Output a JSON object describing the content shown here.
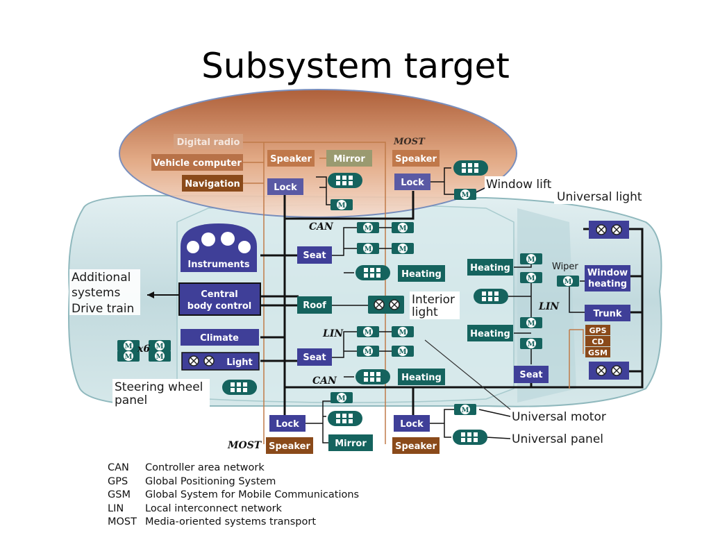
{
  "title": "Subsystem target",
  "colors": {
    "blue_box": "#3f3f98",
    "teal_box": "#15635e",
    "brown_box": "#8a4a1a",
    "bus_line": "#111111",
    "most_line": "#a0522d",
    "car_body": "#cfe3e6",
    "highlight_top": "#a8532a",
    "highlight_bottom": "#f2d2c0"
  },
  "boxes": {
    "digital_radio": "Digital radio",
    "vehicle_computer": "Vehicle computer",
    "navigation": "Navigation",
    "speaker_top1": "Speaker",
    "mirror_top": "Mirror",
    "speaker_top2": "Speaker",
    "lock_top1": "Lock",
    "lock_top2": "Lock",
    "instruments": "Instruments",
    "central_body_control_1": "Central",
    "central_body_control_2": "body control",
    "climate": "Climate",
    "light": "Light",
    "seat_front": "Seat",
    "roof": "Roof",
    "seat_rear": "Seat",
    "heating_front": "Heating",
    "heating_rear": "Heating",
    "heating_mid1": "Heating",
    "heating_mid2": "Heating",
    "seat_right": "Seat",
    "window_heating_1": "Window",
    "window_heating_2": "heating",
    "trunk": "Trunk",
    "gps": "GPS",
    "cd": "CD",
    "gsm": "GSM",
    "lock_bottom1": "Lock",
    "lock_bottom2": "Lock",
    "speaker_bottom1": "Speaker",
    "speaker_bottom2": "Speaker",
    "mirror_bottom": "Mirror"
  },
  "labels": {
    "most_top": "MOST",
    "most_bottom": "MOST",
    "can_top": "CAN",
    "can_bottom": "CAN",
    "lin_left": "LIN",
    "lin_right": "LIN",
    "window_lift": "Window lift",
    "universal_light": "Universal light",
    "wiper": "Wiper",
    "additional_systems_1": "Additional",
    "additional_systems_2": "systems",
    "drive_train": "Drive train",
    "interior_light_1": "Interior",
    "interior_light_2": "light",
    "steering_wheel_panel_1": "Steering wheel",
    "steering_wheel_panel_2": "panel",
    "universal_motor": "Universal motor",
    "universal_panel": "Universal panel",
    "x6": "x6",
    "motor_symbol": "M"
  },
  "legend": [
    {
      "abbr": "CAN",
      "text": "Controller area network"
    },
    {
      "abbr": "GPS",
      "text": "Global Positioning System"
    },
    {
      "abbr": "GSM",
      "text": "Global System for Mobile Communications"
    },
    {
      "abbr": "LIN",
      "text": "Local interconnect network"
    },
    {
      "abbr": "MOST",
      "text": "Media-oriented systems transport"
    }
  ]
}
